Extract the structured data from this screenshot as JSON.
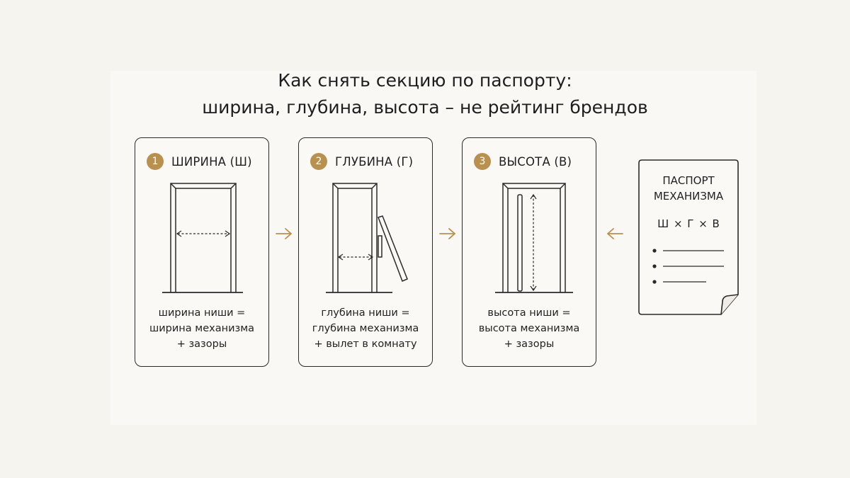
{
  "title": {
    "line1": "Как снять секцию по паспорту:",
    "line2": "ширина, глубина, высота – не рейтинг брендов"
  },
  "steps": [
    {
      "number": "1",
      "label": "ШИРИНА (Ш)",
      "caption": [
        "ширина ниши =",
        "ширина механизма",
        "+ зазоры"
      ]
    },
    {
      "number": "2",
      "label": "ГЛУБИНА (Г)",
      "caption": [
        "глубина ниши =",
        "глубина механизма",
        "+ вылет в комнату"
      ]
    },
    {
      "number": "3",
      "label": "ВЫСОТА (В)",
      "caption": [
        "высота ниши =",
        "высота механизма",
        "+ зазоры"
      ]
    }
  ],
  "passport": {
    "title_line1": "ПАСПОРТ",
    "title_line2": "МЕХАНИЗМА",
    "formula": "Ш × Г × В"
  },
  "colors": {
    "accent": "#b8904f",
    "stroke": "#2a2a2a",
    "background": "#f6f4ef"
  },
  "icons": [
    "right-arrow-icon",
    "left-arrow-icon",
    "door-frame-icon",
    "document-icon"
  ]
}
